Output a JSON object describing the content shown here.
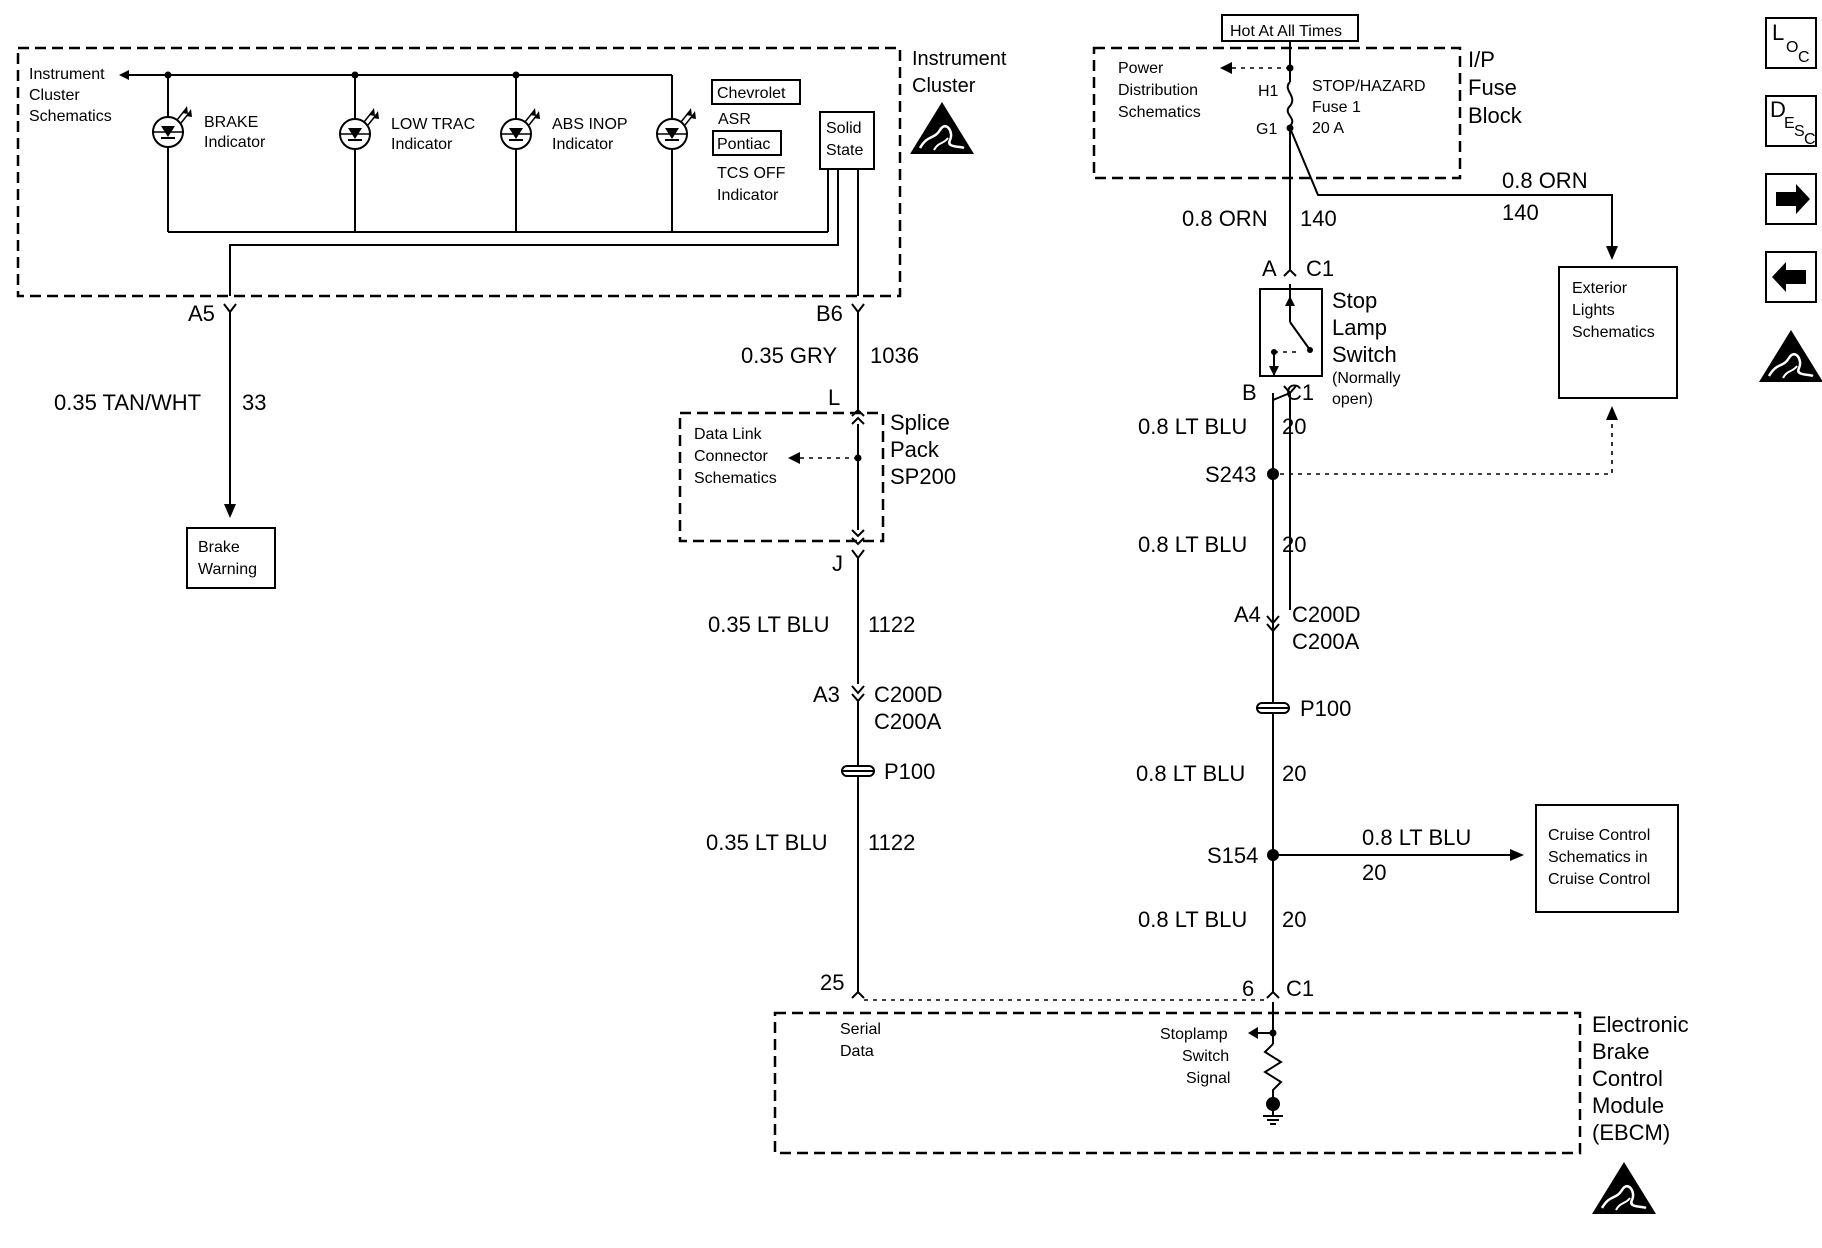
{
  "instrument_cluster": {
    "title_1": "Instrument",
    "title_2": "Cluster",
    "schem_1": "Instrument",
    "schem_2": "Cluster",
    "schem_3": "Schematics",
    "brake_1": "BRAKE",
    "brake_2": "Indicator",
    "lowtrac_1": "LOW TRAC",
    "lowtrac_2": "Indicator",
    "abs_1": "ABS INOP",
    "abs_2": "Indicator",
    "chevrolet": "Chevrolet",
    "asr": "ASR",
    "pontiac": "Pontiac",
    "tcs_1": "TCS OFF",
    "tcs_2": "Indicator",
    "solid_1": "Solid",
    "solid_2": "State"
  },
  "fuse_block": {
    "hot": "Hot At All Times",
    "title_1": "I/P",
    "title_2": "Fuse",
    "title_3": "Block",
    "pd_1": "Power",
    "pd_2": "Distribution",
    "pd_3": "Schematics",
    "h1": "H1",
    "g1": "G1",
    "fuse_1": "STOP/HAZARD",
    "fuse_2": "Fuse 1",
    "fuse_3": "20 A"
  },
  "wires": {
    "orn_left_gauge": "0.8 ORN",
    "orn_left_circuit": "140",
    "orn_right_gauge": "0.8 ORN",
    "orn_right_circuit": "140",
    "tan_gauge": "0.35 TAN/WHT",
    "tan_circuit": "33",
    "gry_gauge": "0.35 GRY",
    "gry_circuit": "1036",
    "ltblu1122_a_gauge": "0.35 LT BLU",
    "ltblu1122_a_circuit": "1122",
    "ltblu1122_b_gauge": "0.35 LT BLU",
    "ltblu1122_b_circuit": "1122",
    "ltblu20_a_gauge": "0.8 LT BLU",
    "ltblu20_a_circuit": "20",
    "ltblu20_b_gauge": "0.8 LT BLU",
    "ltblu20_b_circuit": "20",
    "ltblu20_c_gauge": "0.8 LT BLU",
    "ltblu20_c_circuit": "20",
    "ltblu20_d_gauge": "0.8 LT BLU",
    "ltblu20_d_circuit": "20",
    "cruise_gauge": "0.8 LT BLU",
    "cruise_circuit": "20"
  },
  "connectors": {
    "a5": "A5",
    "b6": "B6",
    "l": "L",
    "j": "J",
    "a3": "A3",
    "c200d_left": "C200D",
    "c200a_left": "C200A",
    "p100_left": "P100",
    "pin25": "25",
    "a": "A",
    "c1_top": "C1",
    "b": "B",
    "c1_mid": "C1",
    "a4": "A4",
    "c200d_right": "C200D",
    "c200a_right": "C200A",
    "p100_right": "P100",
    "pin6": "6",
    "c1_bottom": "C1"
  },
  "splices": {
    "s243": "S243",
    "s154": "S154"
  },
  "switch": {
    "line_1": "Stop",
    "line_2": "Lamp",
    "line_3": "Switch",
    "note_1": "(Normally",
    "note_2": "open)"
  },
  "splice_pack": {
    "title_1": "Splice",
    "title_2": "Pack",
    "title_3": "SP200",
    "dlc_1": "Data Link",
    "dlc_2": "Connector",
    "dlc_3": "Schematics"
  },
  "references": {
    "brake_1": "Brake",
    "brake_2": "Warning",
    "ext_1": "Exterior",
    "ext_2": "Lights",
    "ext_3": "Schematics",
    "cruise_1": "Cruise Control",
    "cruise_2": "Schematics in",
    "cruise_3": "Cruise Control"
  },
  "ebcm": {
    "title_1": "Electronic",
    "title_2": "Brake",
    "title_3": "Control",
    "title_4": "Module",
    "title_5": "(EBCM)",
    "serial_1": "Serial",
    "serial_2": "Data",
    "sig_1": "Stoplamp",
    "sig_2": "Switch",
    "sig_3": "Signal"
  },
  "nav": {
    "loc_main": "L",
    "loc_sub1": "O",
    "loc_sub2": "C",
    "desc_main": "D",
    "desc_sub1": "E",
    "desc_sub2": "S",
    "desc_sub3": "C",
    "next_icon": "right-arrow-icon",
    "prev_icon": "left-arrow-icon"
  }
}
